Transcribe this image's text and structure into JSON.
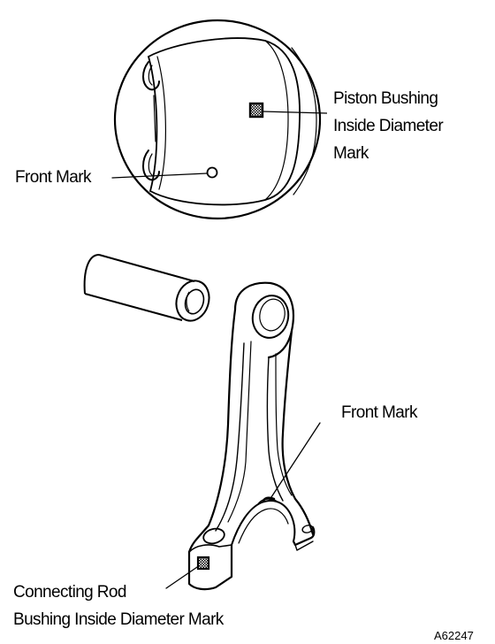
{
  "labels": {
    "piston_bushing": {
      "line1": "Piston Bushing",
      "line2": "Inside Diameter",
      "line3": "Mark"
    },
    "piston_front_mark": "Front Mark",
    "rod_front_mark": "Front Mark",
    "rod_bushing": {
      "line1": "Connecting Rod",
      "line2": "Bushing Inside Diameter Mark"
    }
  },
  "figure_code": "A62247",
  "colors": {
    "ink": "#000000",
    "paper": "#ffffff"
  }
}
